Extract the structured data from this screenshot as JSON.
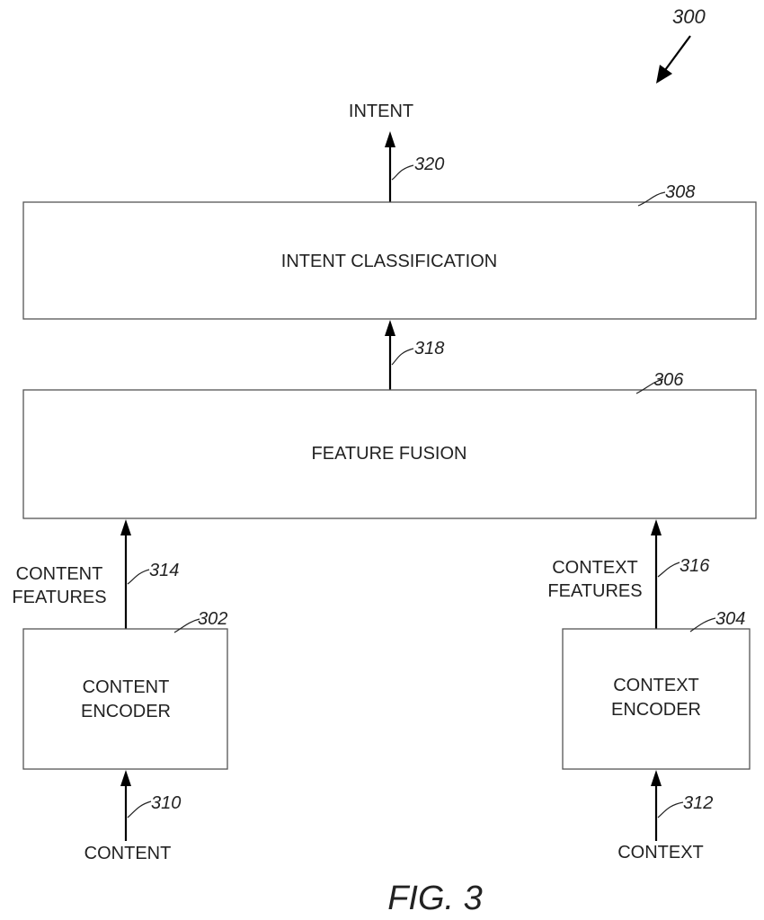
{
  "figure": {
    "number_ref": "300",
    "caption": "FIG. 3"
  },
  "blocks": {
    "intent_classification": {
      "label": "INTENT CLASSIFICATION",
      "ref": "308"
    },
    "feature_fusion": {
      "label": "FEATURE FUSION",
      "ref": "306"
    },
    "content_encoder": {
      "label_line1": "CONTENT",
      "label_line2": "ENCODER",
      "ref": "302"
    },
    "context_encoder": {
      "label_line1": "CONTEXT",
      "label_line2": "ENCODER",
      "ref": "304"
    }
  },
  "signals": {
    "intent": {
      "label": "INTENT",
      "ref": "320"
    },
    "fusion_output": {
      "ref": "318"
    },
    "content_features": {
      "label_line1": "CONTENT",
      "label_line2": "FEATURES",
      "ref": "314"
    },
    "context_features": {
      "label_line1": "CONTEXT",
      "label_line2": "FEATURES",
      "ref": "316"
    },
    "content": {
      "label": "CONTENT",
      "ref": "310"
    },
    "context": {
      "label": "CONTEXT",
      "ref": "312"
    }
  }
}
